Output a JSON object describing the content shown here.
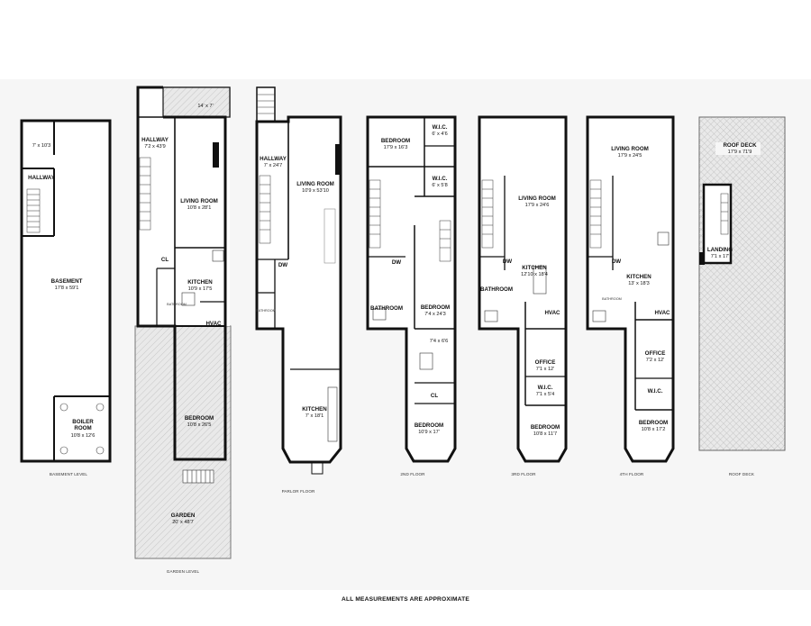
{
  "floors": [
    {
      "level": "BASEMENT LEVEL",
      "rooms": [
        {
          "name": "",
          "dims": "7' x 10'3"
        },
        {
          "name": "HALLWAY",
          "dims": ""
        },
        {
          "name": "BASEMENT",
          "dims": "17'8 x 59'1"
        },
        {
          "name": "BOILER ROOM",
          "dims": "10'8 x 12'6"
        }
      ]
    },
    {
      "level": "GARDEN LEVEL",
      "rooms": [
        {
          "name": "",
          "dims": "14' x 7'"
        },
        {
          "name": "HALLWAY",
          "dims": "7'2 x 43'9"
        },
        {
          "name": "LIVING ROOM",
          "dims": "10'8 x 28'1"
        },
        {
          "name": "CL",
          "dims": ""
        },
        {
          "name": "KITCHEN",
          "dims": "10'9 x 17'5"
        },
        {
          "name": "BATHROOM",
          "dims": ""
        },
        {
          "name": "HVAC",
          "dims": ""
        },
        {
          "name": "BEDROOM",
          "dims": "10'8 x 26'5"
        },
        {
          "name": "GARDEN",
          "dims": "20' x 48'7"
        }
      ]
    },
    {
      "level": "PARLOR FLOOR",
      "rooms": [
        {
          "name": "HALLWAY",
          "dims": "7' x 24'7"
        },
        {
          "name": "LIVING ROOM",
          "dims": "10'9 x 53'10"
        },
        {
          "name": "DW",
          "dims": ""
        },
        {
          "name": "BATHROOM",
          "dims": ""
        },
        {
          "name": "KITCHEN",
          "dims": "7' x 18'1"
        }
      ]
    },
    {
      "level": "2ND FLOOR",
      "rooms": [
        {
          "name": "BEDROOM",
          "dims": "17'9 x 16'3"
        },
        {
          "name": "W.I.C.",
          "dims": "6' x 4'6"
        },
        {
          "name": "W.I.C.",
          "dims": "6' x 5'8"
        },
        {
          "name": "DW",
          "dims": ""
        },
        {
          "name": "BATHROOM",
          "dims": ""
        },
        {
          "name": "BEDROOM",
          "dims": "7'4 x 24'3"
        },
        {
          "name": "",
          "dims": "7'4 x 6'6"
        },
        {
          "name": "CL",
          "dims": ""
        },
        {
          "name": "BEDROOM",
          "dims": "10'9 x 17'"
        }
      ]
    },
    {
      "level": "3RD FLOOR",
      "rooms": [
        {
          "name": "LIVING ROOM",
          "dims": "17'9 x 24'6"
        },
        {
          "name": "DW",
          "dims": ""
        },
        {
          "name": "KITCHEN",
          "dims": "12'10 x 18'4"
        },
        {
          "name": "BATHROOM",
          "dims": ""
        },
        {
          "name": "HVAC",
          "dims": ""
        },
        {
          "name": "OFFICE",
          "dims": "7'1 x 12'"
        },
        {
          "name": "W.I.C.",
          "dims": "7'1 x 5'4"
        },
        {
          "name": "BEDROOM",
          "dims": "10'8 x 11'7"
        }
      ]
    },
    {
      "level": "4TH FLOOR",
      "rooms": [
        {
          "name": "LIVING ROOM",
          "dims": "17'9 x 24'5"
        },
        {
          "name": "DW",
          "dims": ""
        },
        {
          "name": "KITCHEN",
          "dims": "13' x 18'3"
        },
        {
          "name": "BATHROOM",
          "dims": ""
        },
        {
          "name": "HVAC",
          "dims": ""
        },
        {
          "name": "OFFICE",
          "dims": "7'2 x 12'"
        },
        {
          "name": "W.I.C.",
          "dims": ""
        },
        {
          "name": "BEDROOM",
          "dims": "10'8 x 17'2"
        }
      ]
    },
    {
      "level": "ROOF DECK",
      "rooms": [
        {
          "name": "ROOF DECK",
          "dims": "17'9 x 71'9"
        },
        {
          "name": "LANDING",
          "dims": "7'1 x 17'"
        }
      ]
    }
  ],
  "note": "ALL MEASUREMENTS ARE APPROXIMATE"
}
